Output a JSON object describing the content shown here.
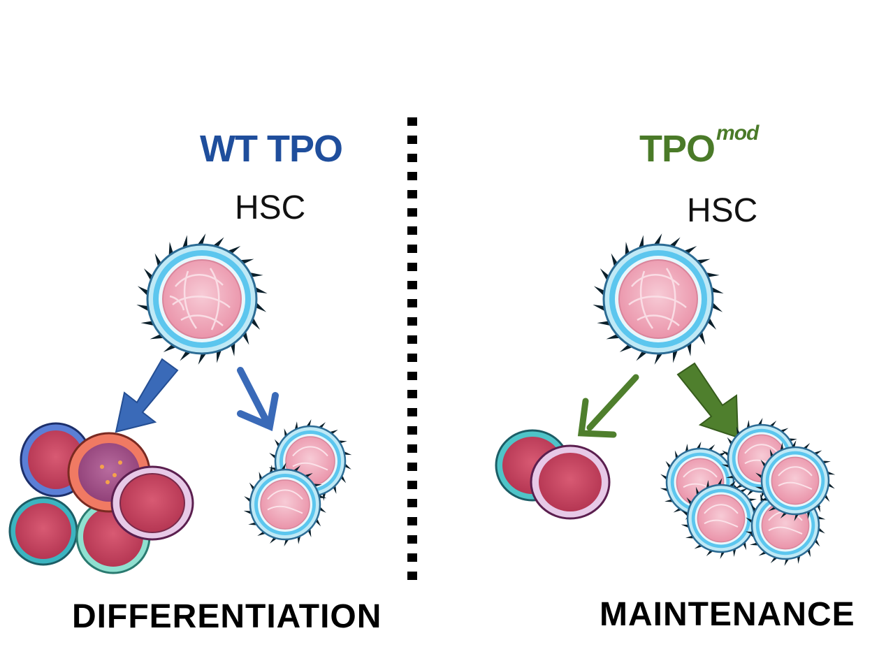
{
  "left_panel": {
    "title": "WT TPO",
    "title_color": "#1f4e9c",
    "cell_label": "HSC",
    "outcome_label": "DIFFERENTIATION",
    "arrow_color": "#3a6ab8"
  },
  "right_panel": {
    "title": "TPO",
    "title_superscript": "mod",
    "title_color": "#4a7a28",
    "cell_label": "HSC",
    "outcome_label": "MAINTENANCE",
    "arrow_color": "#4f7f2d"
  },
  "colors": {
    "hsc_membrane": "#4fc0e8",
    "hsc_nucleus": "#f4b6c4",
    "differentiated_nucleus": "#c84660"
  }
}
